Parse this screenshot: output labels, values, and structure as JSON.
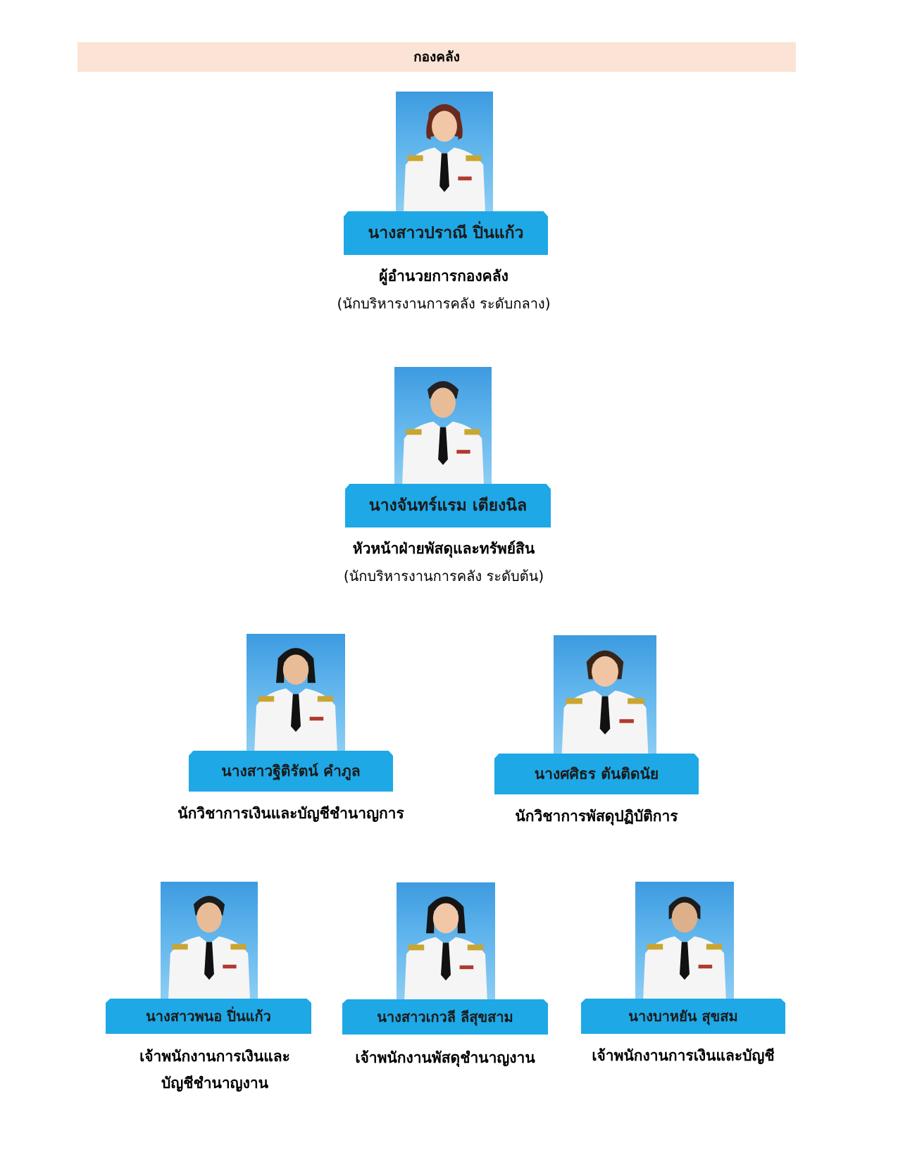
{
  "header": {
    "title": "กองคลัง"
  },
  "people": [
    {
      "name": "นางสาวปราณี  ปิ่นแก้ว",
      "position": "ผู้อำนวยการกองคลัง",
      "level": "(นักบริหารงานการคลัง  ระดับกลาง)"
    },
    {
      "name": "นางจันทร์แรม เตียงนิล",
      "position": "หัวหน้าฝ่ายพัสดุและทรัพย์สิน",
      "level": "(นักบริหารงานการคลัง  ระดับต้น)"
    },
    {
      "name": "นางสาวฐิติรัตน์  คำภูล",
      "position": "นักวิชาการเงินและบัญชีชำนาญการ"
    },
    {
      "name": "นางศศิธร ตันติดนัย",
      "position": "นักวิชาการพัสดุปฏิบัติการ"
    },
    {
      "name": "นางสาวพนอ  ปิ่นแก้ว",
      "position": "เจ้าพนักงานการเงินและ",
      "position2": "บัญชีชำนาญงาน"
    },
    {
      "name": "นางสาวเกวลี  ลีสุขสาม",
      "position": "เจ้าพนักงานพัสดุชำนาญงาน"
    },
    {
      "name": "นางบาหยัน สุขสม",
      "position": "เจ้าพนักงานการเงินและบัญชี"
    }
  ],
  "colors": {
    "header_bg": "#fbe4d5",
    "name_plate": "#1ea8e6",
    "photo_bg": "#4aa8e8"
  },
  "icons": {
    "portrait": "person-portrait-icon"
  }
}
